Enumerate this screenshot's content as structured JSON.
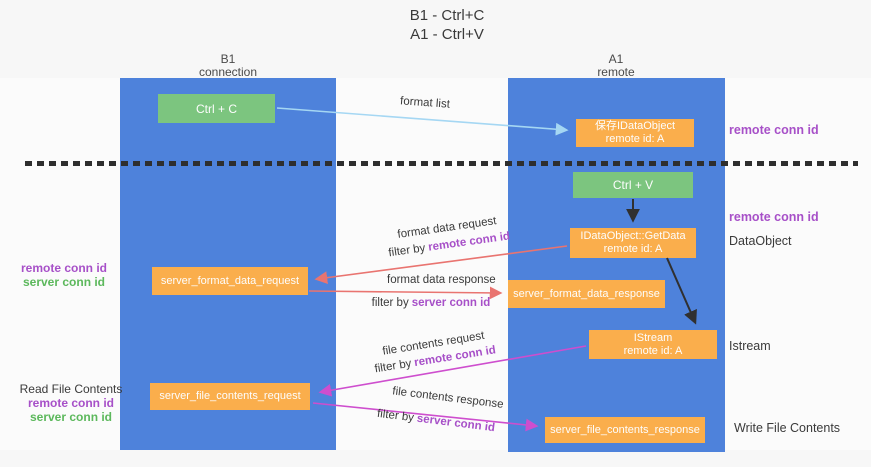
{
  "title": {
    "line1": "B1 - Ctrl+C",
    "line2": "A1 - Ctrl+V"
  },
  "lanes": {
    "b1": {
      "name": "B1",
      "subtitle": "connection"
    },
    "a1": {
      "name": "A1",
      "subtitle": "remote"
    }
  },
  "nodes": {
    "ctrl_c": {
      "label": "Ctrl + C"
    },
    "ctrl_v": {
      "label": "Ctrl + V"
    },
    "save_idataobject": {
      "line1": "保存IDataObject",
      "line2": "remote id: A"
    },
    "idataobject_getdata": {
      "line1": "IDataObject::GetData",
      "line2": "remote id: A"
    },
    "istream": {
      "line1": "IStream",
      "line2": "remote id: A"
    },
    "server_format_data_request": {
      "label": "server_format_data_request"
    },
    "server_format_data_response": {
      "label": "server_format_data_response"
    },
    "server_file_contents_request": {
      "label": "server_file_contents_request"
    },
    "server_file_contents_response": {
      "label": "server_file_contents_response"
    }
  },
  "arrow_labels": {
    "format_list": "format list",
    "format_data_request": "format data request",
    "format_data_response": "format data response",
    "file_contents_request": "file contents request",
    "file_contents_response": "file contents response",
    "filter_by_prefix": "filter by",
    "remote_conn_id": "remote conn id",
    "server_conn_id": "server conn id"
  },
  "side_labels": {
    "remote_conn_id": "remote conn id",
    "server_conn_id": "server conn id",
    "dataobject": "DataObject",
    "istream": "Istream",
    "read_file_contents": "Read File Contents",
    "write_file_contents": "Write File Contents"
  },
  "colors": {
    "column_blue": "#4E82DB",
    "box_green": "#7CC57F",
    "box_orange": "#FAAE4C",
    "arrow_light_blue": "#A5D7F3",
    "arrow_red": "#E97470",
    "arrow_magenta": "#CE4ECE",
    "arrow_black": "#303030",
    "label_purple": "#A750C8",
    "label_green": "#5CB85C",
    "background": "#F7F7F7"
  }
}
